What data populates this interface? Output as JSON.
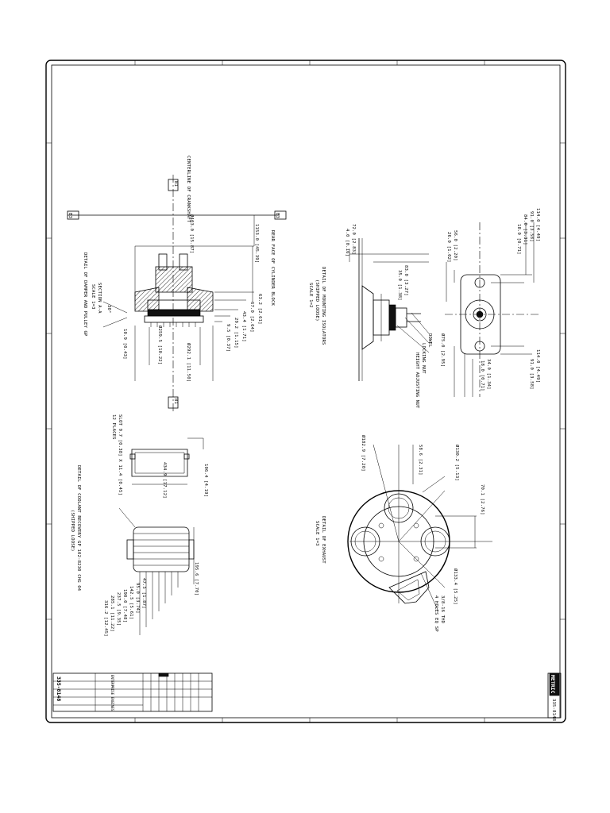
{
  "title_block": {
    "drawing_number": "335-8148",
    "logo_text": "METRIC",
    "company": "ENTERPRISE ENGINES",
    "rows": [
      "",
      "",
      "",
      "",
      ""
    ],
    "bottom_number": "335-8148"
  },
  "refs": {
    "b1": "B1",
    "b3": "B3"
  },
  "labels": {
    "centerline": "CENTERLINE OF CRANKSHAFT",
    "rear_face": "REAR FACE OF CYLINDER BLOCK",
    "section_title": "SECTION A-A",
    "section_detail": "DETAIL OF DAMPER AND PULLEY GP",
    "section_scale": "SCALE 1=3",
    "mount_title": "DETAIL OF MOUNTING ISOLATORS",
    "mount_sub": "(SHIPPED LOOSE)",
    "mount_scale": "SCALE 1=2",
    "dowel": "DOWEL",
    "locking_nut": "LOCKING NUT",
    "height_nut": "HEIGHT ADJUSTING NUT",
    "exhaust_title": "DETAIL OF EXHAUST",
    "exhaust_scale": "SCALE 1=3",
    "thread": "3/8-16 THD",
    "holes": "4 HOLES EQ SP",
    "coolant_title": "DETAIL OF COOLANT RECOVERY GP 102-8230 CHG 04",
    "coolant_sub": "(SHIPPED LOOSE)",
    "slot": "SLOT 9.7 [0.38] X 11.4 [0.45]",
    "places": "12 PLACES"
  },
  "dims": {
    "damper": {
      "d1": "1153.0 [45.39]",
      "d2": "Ø403.0 [15.87]",
      "d3": "63.2 [2.61]",
      "d4": "67.0 [2.64]",
      "d5": "43.4 [1.71]",
      "d6": "29.2 [1.15]",
      "d7": "9.5 [0.37]",
      "d8": "10.9 [0.43]",
      "d9": "30°",
      "d10": "Ø259.5 [10.22]",
      "d11": "Ø292.1 [11.50]"
    },
    "mount": {
      "m1": "72.0 [2.83]",
      "m2": "4.0 [0.16]",
      "m3": "83.0 [3.27]",
      "m4": "35.0 [1.38]",
      "m5": "114.0 [4.49]",
      "m6": "91.0 [3.58]",
      "m7": "84.0 [3.31]",
      "m8": "18.0 [0.71]",
      "m9": "56.0 [2.20]",
      "m10": "26.0 [1.02]",
      "m11": "Ø75.0 [2.95]",
      "m12": "34.0 [1.34]",
      "m13": "18.0 [0.71]",
      "m14": "114.0 [4.49]",
      "m15": "91.0 [3.58]"
    },
    "exhaust": {
      "e1": "Ø182.9 [7.20]",
      "e2": "58.6 [2.31]",
      "e3": "Ø130.2 [5.13]",
      "e4": "70.1 [2.76]",
      "e5": "Ø133.4 [5.25]"
    },
    "coolant": {
      "c1": "106.4 [4.19]",
      "c2": "434.9 [17.12]",
      "c3": "195.6 [7.70]",
      "c4": "47.5 [1.87]",
      "c5": "95.0 [3.74]",
      "c6": "142.5 [5.61]",
      "c7": "190.0 [7.48]",
      "c8": "237.5 [9.35]",
      "c9": "285.1 [11.22]",
      "c10": "316.2 [12.45]"
    }
  }
}
